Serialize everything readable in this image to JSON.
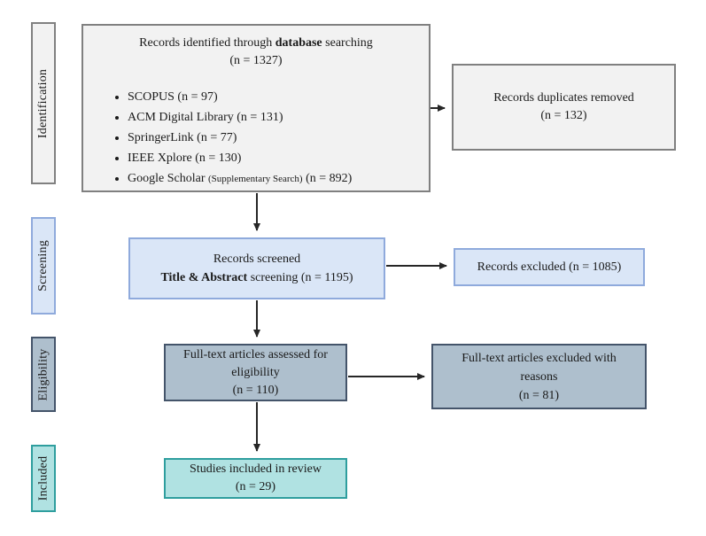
{
  "stages": {
    "identification": "Identification",
    "screening": "Screening",
    "eligibility": "Eligibility",
    "included": "Included"
  },
  "boxes": {
    "records_identified": {
      "title_pre": "Records identified through ",
      "title_bold": "database",
      "title_post": " searching",
      "count": "(n = 1327)",
      "bullets": [
        "SCOPUS (n = 97)",
        "ACM Digital Library (n = 131)",
        "SpringerLink (n = 77)",
        "IEEE Xplore (n = 130)"
      ],
      "google_pre": "Google Scholar ",
      "google_small": "(Supplementary Search)",
      "google_post": " (n = 892)"
    },
    "duplicates_removed": {
      "line1": "Records duplicates removed",
      "count": "(n = 132)"
    },
    "records_screened": {
      "line1": "Records screened",
      "line2_bold": "Title & Abstract",
      "line2_post": " screening (n = 1195)"
    },
    "records_excluded": {
      "line1": "Records excluded (n = 1085)"
    },
    "fulltext_assessed": {
      "line1": "Full-text articles assessed for",
      "line2": "eligibility",
      "count": "(n = 110)"
    },
    "fulltext_excluded": {
      "line1": "Full-text articles excluded with",
      "line2": "reasons",
      "count": "(n = 81)"
    },
    "studies_included": {
      "line1": "Studies included in review",
      "count": "(n = 29)"
    }
  },
  "colors": {
    "identification_fill": "#f2f2f2",
    "identification_border": "#808080",
    "screening_fill": "#dae6f7",
    "screening_border": "#8faadc",
    "eligibility_fill": "#aebfcd",
    "eligibility_border": "#44546a",
    "included_fill": "#b0e2e2",
    "included_border": "#2e9e9e",
    "arrow": "#262626"
  }
}
